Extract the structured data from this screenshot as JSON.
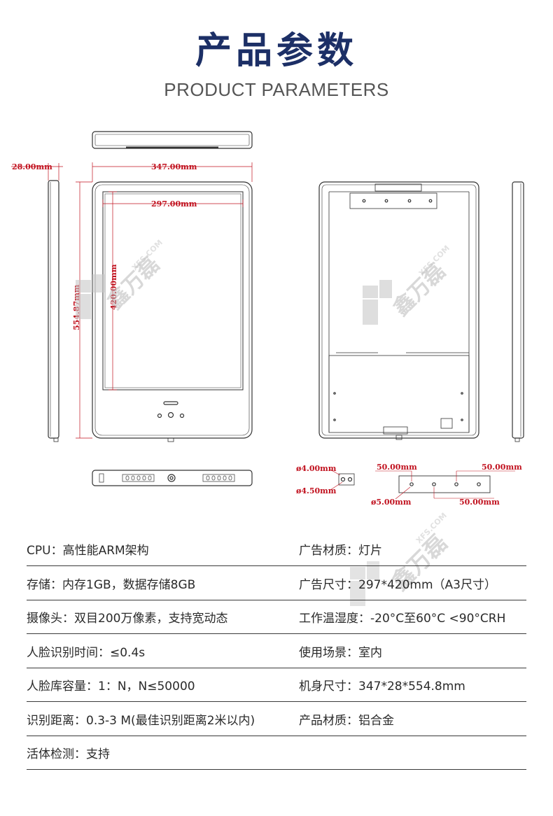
{
  "header": {
    "title_cn": "产品参数",
    "title_en": "PRODUCT PARAMETERS"
  },
  "dimensions": {
    "depth": "28.00mm",
    "width": "347.00mm",
    "screen_width": "297.00mm",
    "screen_height": "420.00mm",
    "height": "554.87mm",
    "hole_a": "ø4.00mm",
    "hole_b": "ø4.50mm",
    "hole_c": "ø5.00mm",
    "spacing_1": "50.00mm",
    "spacing_2": "50.00mm",
    "spacing_3": "50.00mm"
  },
  "watermark": {
    "brand_cn": "鑫万磊",
    "brand_en": "XFS.COM"
  },
  "colors": {
    "title": "#1c2f66",
    "dimension": "#c1121f",
    "rule": "#3a3a3a"
  },
  "params": [
    {
      "left": "CPU：高性能ARM架构",
      "right": "广告材质：灯片"
    },
    {
      "left": "存储：内存1GB，数据存储8GB",
      "right": "广告尺寸：297*420mm（A3尺寸）"
    },
    {
      "left": "摄像头：双目200万像素，支持宽动态",
      "right": "工作温湿度：-20°C至60°C  <90°CRH"
    },
    {
      "left": "人脸识别时间：≤0.4s",
      "right": "使用场景：室内"
    },
    {
      "left": "人脸库容量：1：N，N≤50000",
      "right": "机身尺寸：347*28*554.8mm"
    },
    {
      "left": "识别距离：0.3-3 M(最佳识别距离2米以内)",
      "right": "产品材质：铝合金"
    },
    {
      "left": "活体检测：支持",
      "right": ""
    }
  ]
}
